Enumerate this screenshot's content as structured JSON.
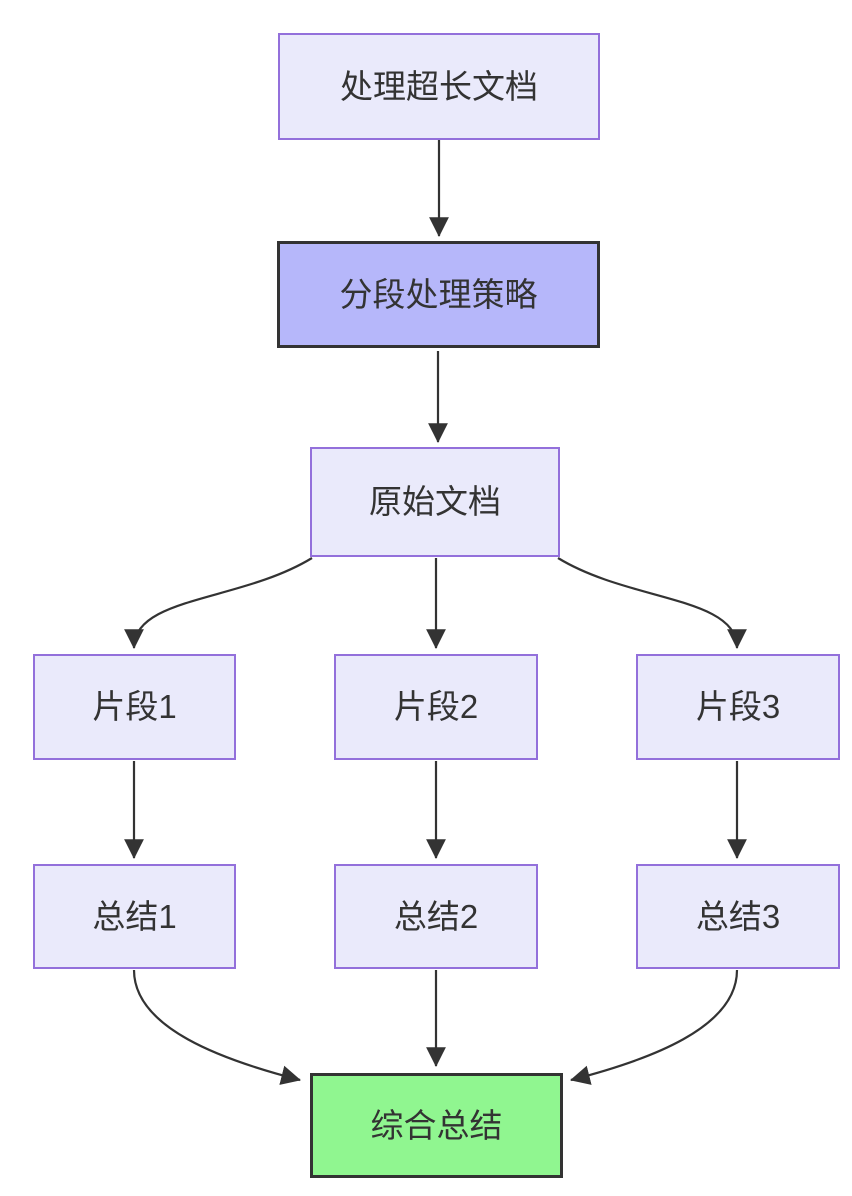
{
  "diagram": {
    "type": "flowchart",
    "direction": "top-down",
    "nodes": {
      "title": {
        "label": "处理超长文档",
        "style": "default"
      },
      "strategy": {
        "label": "分段处理策略",
        "style": "highlight"
      },
      "doc": {
        "label": "原始文档",
        "style": "default"
      },
      "seg1": {
        "label": "片段1",
        "style": "default"
      },
      "seg2": {
        "label": "片段2",
        "style": "default"
      },
      "seg3": {
        "label": "片段3",
        "style": "default"
      },
      "sum1": {
        "label": "总结1",
        "style": "default"
      },
      "sum2": {
        "label": "总结2",
        "style": "default"
      },
      "sum3": {
        "label": "总结3",
        "style": "default"
      }
    },
    "final_node": {
      "label": "综合总结",
      "style": "result"
    },
    "edges": [
      {
        "from": "处理超长文档",
        "to": "分段处理策略"
      },
      {
        "from": "分段处理策略",
        "to": "原始文档"
      },
      {
        "from": "原始文档",
        "to": "片段1"
      },
      {
        "from": "原始文档",
        "to": "片段2"
      },
      {
        "from": "原始文档",
        "to": "片段3"
      },
      {
        "from": "片段1",
        "to": "总结1"
      },
      {
        "from": "片段2",
        "to": "总结2"
      },
      {
        "from": "片段3",
        "to": "总结3"
      },
      {
        "from": "总结1",
        "to": "综合总结"
      },
      {
        "from": "总结2",
        "to": "综合总结"
      },
      {
        "from": "总结3",
        "to": "综合总结"
      }
    ]
  },
  "colors": {
    "node_fill": "#EAEAFB",
    "node_border": "#9370DB",
    "highlight_fill": "#B6B7FA",
    "highlight_border": "#333333",
    "result_fill": "#90F690",
    "result_border": "#333333",
    "edge": "#333333",
    "text": "#333333",
    "background": "#FFFFFF"
  }
}
